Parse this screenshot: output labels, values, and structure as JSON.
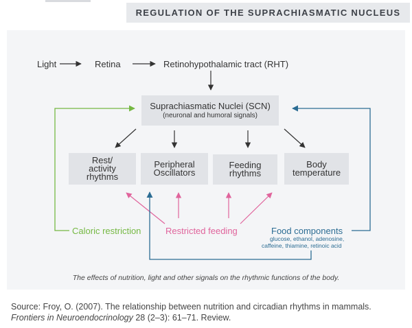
{
  "header": {
    "title": "REGULATION OF THE SUPRACHIASMATIC NUCLEUS"
  },
  "pathway": {
    "light": "Light",
    "retina": "Retina",
    "rht": "Retinohypothalamic tract (RHT)"
  },
  "scn": {
    "title": "Suprachiasmatic Nuclei (SCN)",
    "subtitle": "(neuronal and humoral signals)"
  },
  "outputs": [
    {
      "lines": [
        "Rest/",
        "activity",
        "rhythms"
      ]
    },
    {
      "lines": [
        "Peripheral",
        "Oscillators"
      ]
    },
    {
      "lines": [
        "Feeding",
        "rhythms"
      ]
    },
    {
      "lines": [
        "Body",
        "temperature"
      ]
    }
  ],
  "inputs": {
    "caloric": "Caloric restriction",
    "restricted": "Restricted feeding",
    "food": "Food components",
    "food_detail_1": "glucose, ethanol, adenosine,",
    "food_detail_2": "caffeine, thiamine, retinoic acid"
  },
  "colors": {
    "green": "#75b843",
    "pink": "#e0649c",
    "blue": "#2b6c93",
    "dark": "#333333"
  },
  "caption": "The effects of nutrition, light and other signals on the rhythmic functions of the body.",
  "source": {
    "line1": "Source: Froy, O. (2007). The relationship between nutrition and circadian rhythms in mammals.",
    "journal": "Frontiers in Neuroendocrinology",
    "rest": " 28 (2–3): 61–71. Review."
  }
}
